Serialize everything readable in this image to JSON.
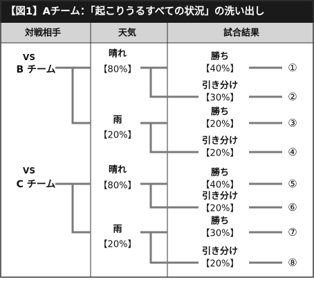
{
  "title": "【図1】Aチーム：「起こりうるすべての状況」の洗い出し",
  "headers": {
    "opponent": "対戦相手",
    "weather": "天気",
    "result": "試合結果"
  },
  "colors": {
    "title_bg": "#1a1a1a",
    "title_text": "#ffffff",
    "header_bg": "#d4d4d4",
    "line": "#7a7a7a",
    "text": "#111111",
    "border": "#333333"
  },
  "opponents": [
    {
      "vs": "VS",
      "name": "B チーム",
      "weathers": [
        {
          "name": "晴れ",
          "pct": "【80%】",
          "results": [
            {
              "name": "勝ち",
              "pct": "【40%】",
              "num": "①"
            },
            {
              "name": "引き分け",
              "pct": "【30%】",
              "num": "②"
            }
          ]
        },
        {
          "name": "雨",
          "pct": "【20%】",
          "results": [
            {
              "name": "勝ち",
              "pct": "【20%】",
              "num": "③"
            },
            {
              "name": "引き分け",
              "pct": "【20%】",
              "num": "④"
            }
          ]
        }
      ]
    },
    {
      "vs": "VS",
      "name": "C チーム",
      "weathers": [
        {
          "name": "晴れ",
          "pct": "【80%】",
          "results": [
            {
              "name": "勝ち",
              "pct": "【40%】",
              "num": "⑤"
            },
            {
              "name": "引き分け",
              "pct": "【20%】",
              "num": "⑥"
            }
          ]
        },
        {
          "name": "雨",
          "pct": "【20%】",
          "results": [
            {
              "name": "勝ち",
              "pct": "【30%】",
              "num": "⑦"
            },
            {
              "name": "引き分け",
              "pct": "【20%】",
              "num": "⑧"
            }
          ]
        }
      ]
    }
  ]
}
